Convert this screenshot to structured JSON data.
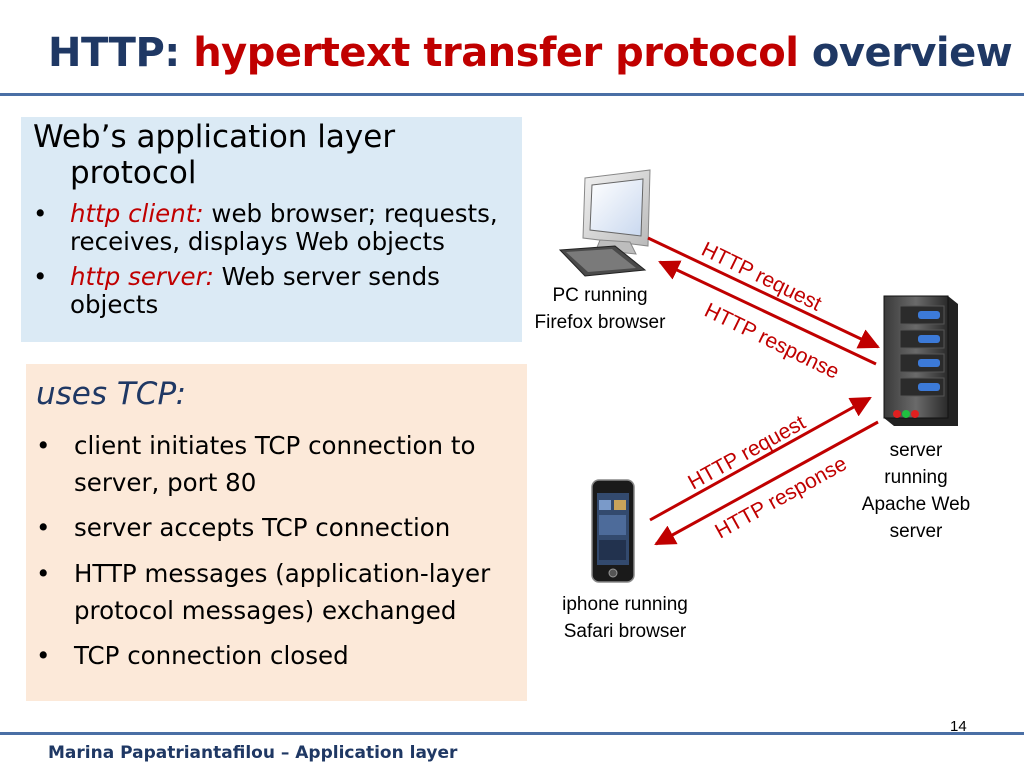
{
  "title": {
    "part1": "HTTP: ",
    "part2": "hypertext transfer protocol",
    "part3": " overview"
  },
  "box1": {
    "heading_line1": "Web’s application layer",
    "heading_line2": "protocol",
    "items": [
      {
        "bullet": "•",
        "em": "http client:",
        "rest": " web browser; requests, receives, displays Web objects"
      },
      {
        "bullet": "•",
        "em": "http server:",
        "rest": " Web server sends objects"
      }
    ]
  },
  "box2": {
    "heading": "uses TCP:",
    "items": [
      {
        "bullet": "•",
        "text": "client initiates TCP connection to server,  port 80"
      },
      {
        "bullet": "•",
        "text": "server accepts TCP connection"
      },
      {
        "bullet": "•",
        "text": "HTTP messages (application-layer protocol messages) exchanged"
      },
      {
        "bullet": "•",
        "text": "TCP connection closed"
      }
    ]
  },
  "diagram": {
    "pc_label_line1": "PC running",
    "pc_label_line2": "Firefox browser",
    "server_label_line1": "server",
    "server_label_line2": "running",
    "server_label_line3": "Apache Web",
    "server_label_line4": "server",
    "phone_label_line1": "iphone running",
    "phone_label_line2": "Safari browser",
    "top_request": "HTTP request",
    "top_response": "HTTP response",
    "bottom_request": "HTTP request",
    "bottom_response": "HTTP response",
    "arrow_color": "#c00000"
  },
  "footer": {
    "text": "Marina Papatriantafilou –  Application layer",
    "page": "14"
  },
  "icons": [
    "desktop-pc-icon",
    "keyboard-icon",
    "server-tower-icon",
    "smartphone-icon"
  ]
}
